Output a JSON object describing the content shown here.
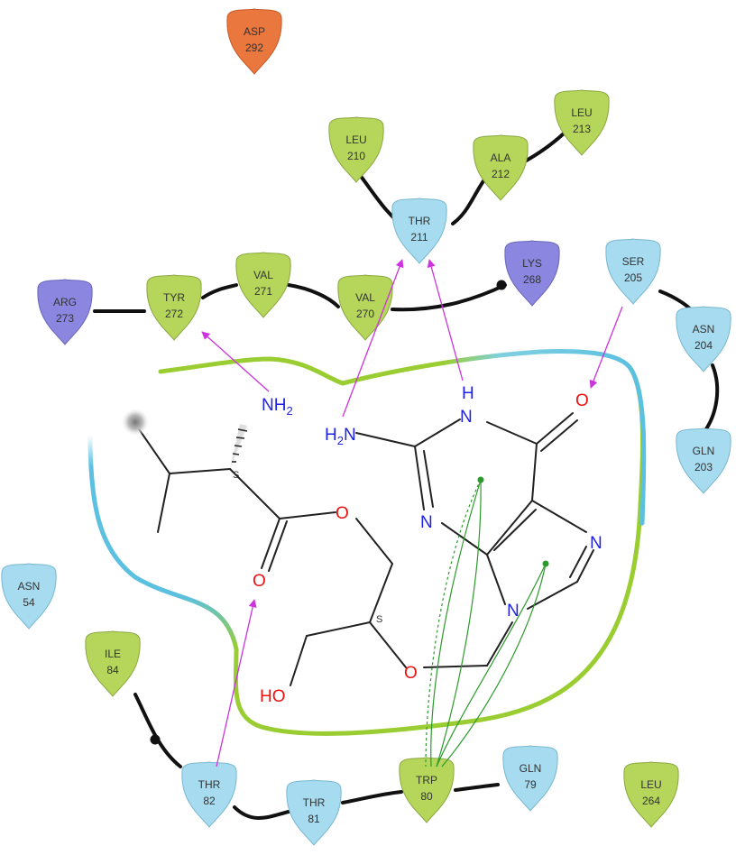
{
  "residues": [
    {
      "id": "asp292",
      "name": "ASP",
      "num": "292",
      "type": "negative"
    },
    {
      "id": "leu213",
      "name": "LEU",
      "num": "213",
      "type": "hydrophobic"
    },
    {
      "id": "leu210",
      "name": "LEU",
      "num": "210",
      "type": "hydrophobic"
    },
    {
      "id": "ala212",
      "name": "ALA",
      "num": "212",
      "type": "hydrophobic"
    },
    {
      "id": "thr211",
      "name": "THR",
      "num": "211",
      "type": "polar"
    },
    {
      "id": "arg273",
      "name": "ARG",
      "num": "273",
      "type": "positive"
    },
    {
      "id": "tyr272",
      "name": "TYR",
      "num": "272",
      "type": "hydrophobic"
    },
    {
      "id": "val271",
      "name": "VAL",
      "num": "271",
      "type": "hydrophobic"
    },
    {
      "id": "val270",
      "name": "VAL",
      "num": "270",
      "type": "hydrophobic"
    },
    {
      "id": "lys268",
      "name": "LYS",
      "num": "268",
      "type": "positive"
    },
    {
      "id": "ser205",
      "name": "SER",
      "num": "205",
      "type": "polar"
    },
    {
      "id": "asn204",
      "name": "ASN",
      "num": "204",
      "type": "polar"
    },
    {
      "id": "gln203",
      "name": "GLN",
      "num": "203",
      "type": "polar"
    },
    {
      "id": "asn54",
      "name": "ASN",
      "num": "54",
      "type": "polar"
    },
    {
      "id": "ile84",
      "name": "ILE",
      "num": "84",
      "type": "hydrophobic"
    },
    {
      "id": "thr82",
      "name": "THR",
      "num": "82",
      "type": "polar"
    },
    {
      "id": "thr81",
      "name": "THR",
      "num": "81",
      "type": "polar"
    },
    {
      "id": "trp80",
      "name": "TRP",
      "num": "80",
      "type": "hydrophobic"
    },
    {
      "id": "gln79",
      "name": "GLN",
      "num": "79",
      "type": "polar"
    },
    {
      "id": "leu264",
      "name": "LEU",
      "num": "264",
      "type": "hydrophobic"
    }
  ],
  "ligand_labels": {
    "nh2_top_n": "NH",
    "nh2_top_sub": "2",
    "h2n_h": "H",
    "h2n_sub": "2",
    "h2n_n": "N",
    "n1_h": "H",
    "n1_n": "N",
    "carbonyl_o": "O",
    "n3": "N",
    "n7": "N",
    "n9": "N",
    "ester_o": "O",
    "carbonyl_o2": "O",
    "ether_o": "O",
    "hydroxyl": "HO",
    "stereo_1": "S",
    "stereo_2": "S"
  },
  "colors": {
    "hydrophobic_fill": "#b5d65a",
    "polar_fill": "#a6dbf0",
    "positive_fill": "#8b87e0",
    "negative_fill": "#e9773e",
    "hbond_arrow": "#cc33dd",
    "pi_stack": "#2c9a2c",
    "pocket_green": "#9acd32",
    "pocket_blue": "#5cc0e0",
    "backbone": "#111111",
    "nitrogen": "#1f22e6",
    "oxygen": "#ee1111"
  }
}
